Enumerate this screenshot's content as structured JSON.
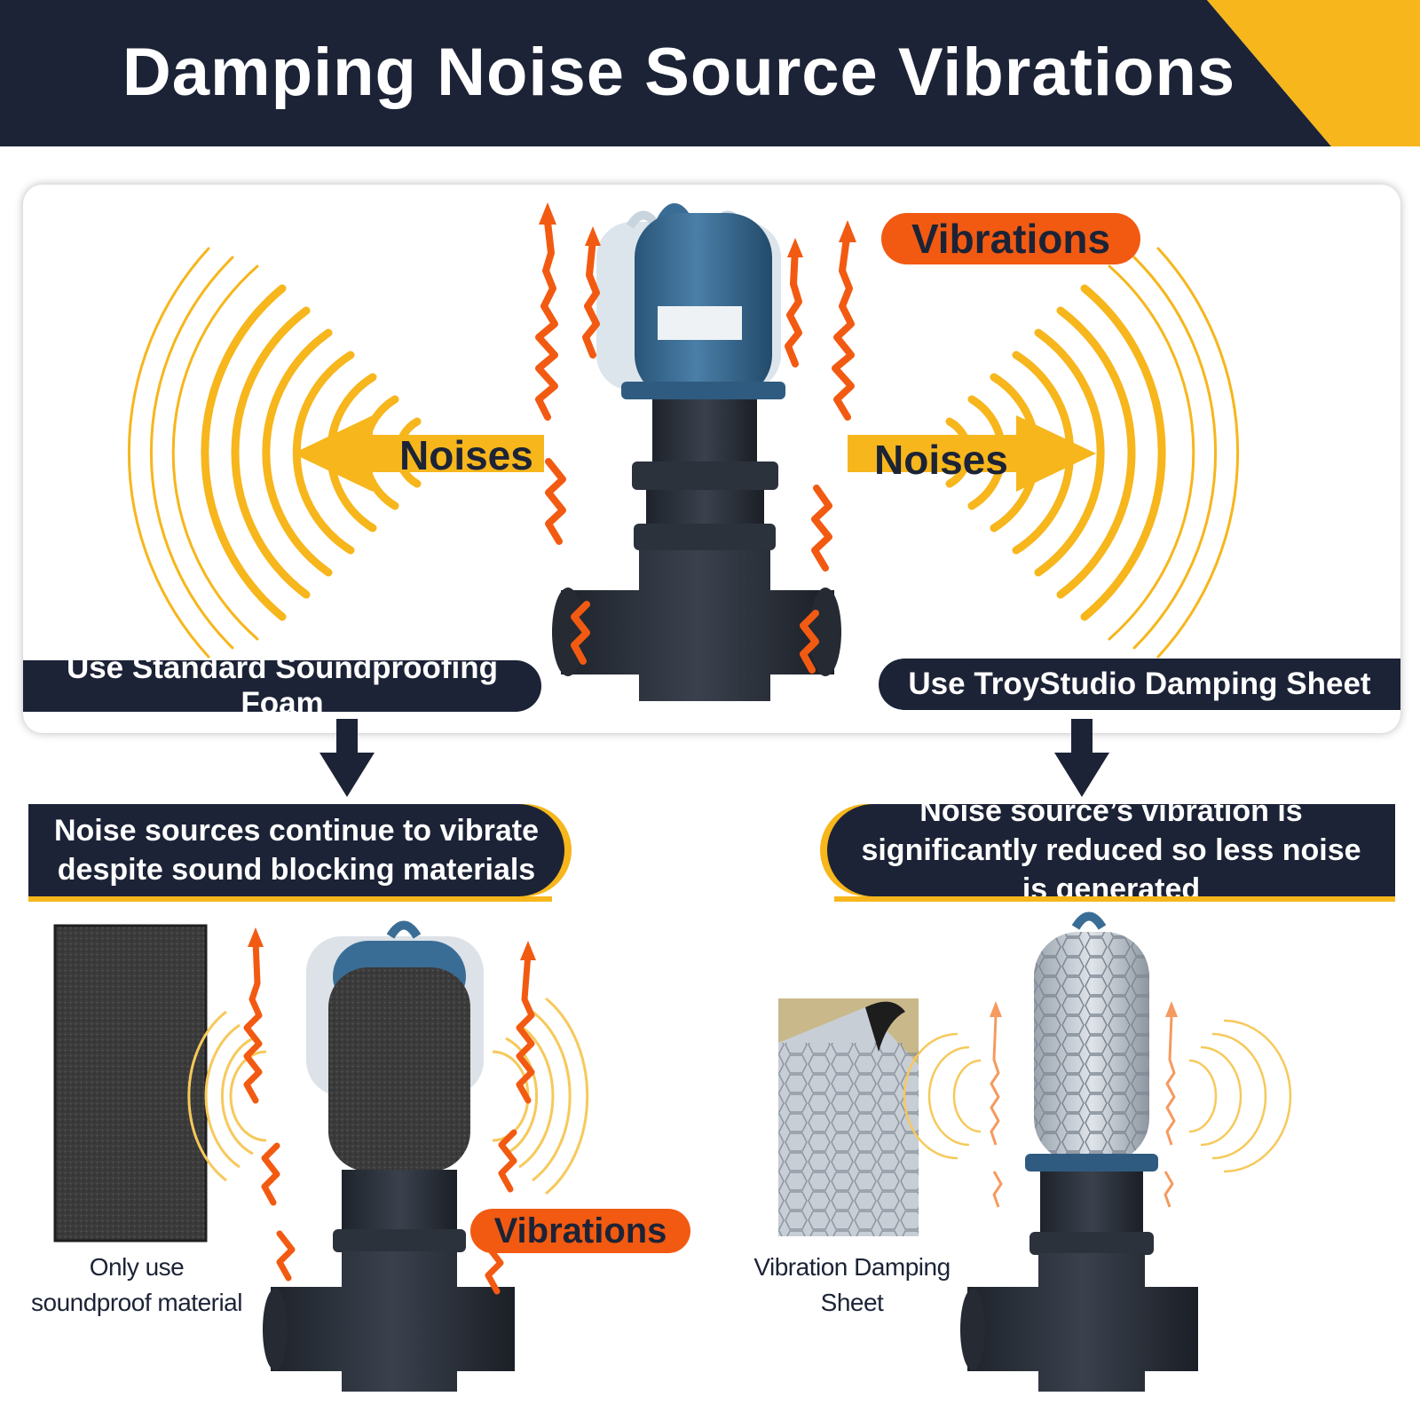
{
  "header": {
    "title": "Damping Noise Source Vibrations"
  },
  "top_panel": {
    "noise_left": "Noises",
    "noise_right": "Noises",
    "vibrations": "Vibrations",
    "option_left": "Use Standard Soundproofing Foam",
    "option_right": "Use TroyStudio Damping Sheet"
  },
  "left_panel": {
    "caption": "Noise sources continue to vibrate despite sound blocking materials",
    "material_caption": "Only use soundproof material",
    "vibrations": "Vibrations"
  },
  "right_panel": {
    "caption": "Noise source’s vibration is significantly reduced so less noise is generated",
    "material_caption": "Vibration Damping Sheet"
  },
  "colors": {
    "navy": "#1c2336",
    "yellow": "#f6b61c",
    "orange": "#f25a12",
    "pump_blue": "#3a6d96",
    "iron": "#2a303a"
  }
}
